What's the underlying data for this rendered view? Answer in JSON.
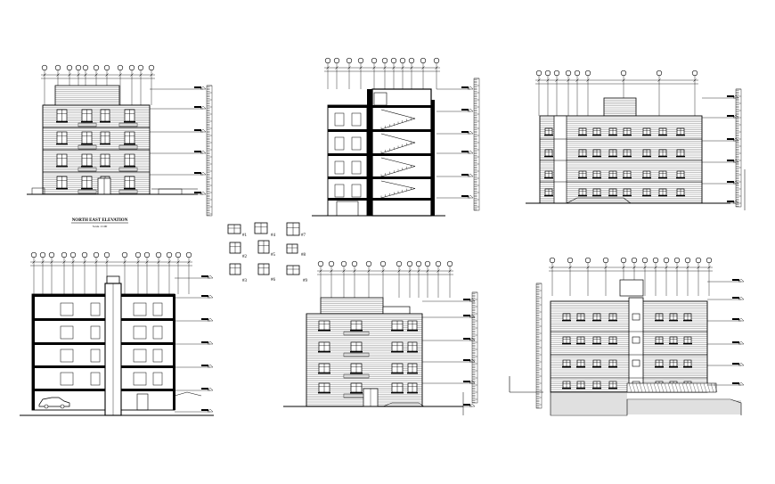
{
  "sheet": {
    "caption_title": "NORTH EAST ELEVATION",
    "caption_scale": "Scale 1:100"
  },
  "window_schedule": {
    "labels": [
      "#1",
      "#2",
      "#3",
      "#4",
      "#5",
      "#6",
      "#7",
      "#8",
      "#9"
    ]
  },
  "colors": {
    "line": "#000000",
    "background": "#ffffff"
  },
  "drawings": [
    {
      "name": "north-east-elevation",
      "type": "elevation",
      "floors": 4
    },
    {
      "name": "stair-section",
      "type": "section",
      "floors": 4
    },
    {
      "name": "right-elevation",
      "type": "elevation",
      "floors": 4
    },
    {
      "name": "building-section",
      "type": "section",
      "floors": 4
    },
    {
      "name": "front-elevation",
      "type": "elevation",
      "floors": 4
    },
    {
      "name": "rear-elevation",
      "type": "elevation",
      "floors": 4
    }
  ]
}
